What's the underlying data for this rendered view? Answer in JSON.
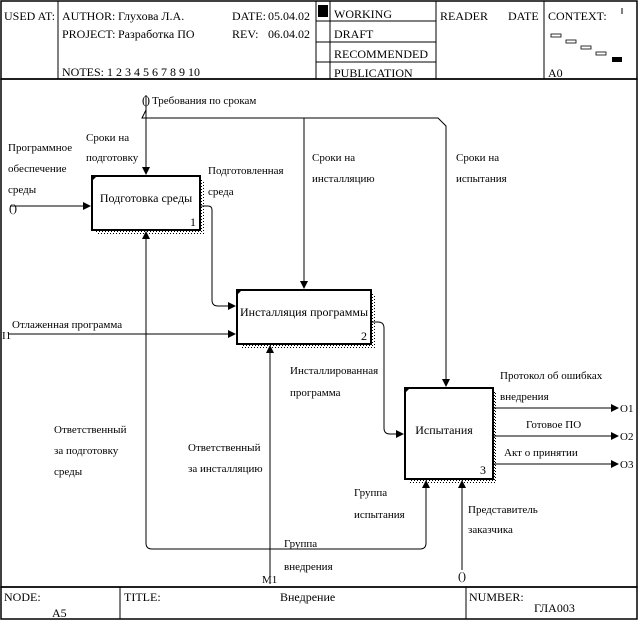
{
  "header": {
    "used_at": "USED AT:",
    "author_label": "AUTHOR:",
    "author": "Глухова Л.А.",
    "project_label": "PROJECT:",
    "project": "Разработка ПО",
    "date_label": "DATE:",
    "date": "05.04.02",
    "rev_label": "REV:",
    "rev": "06.04.02",
    "notes": "NOTES: 1 2 3 4 5 6 7 8 9 10",
    "status": [
      "WORKING",
      "DRAFT",
      "RECOMMENDED",
      "PUBLICATION"
    ],
    "reader": "READER",
    "reader_date": "DATE",
    "context": "CONTEXT:",
    "context_node": "A0"
  },
  "boxes": [
    {
      "name": "Подготовка среды",
      "num": "1"
    },
    {
      "name": "Инсталляция программы",
      "num": "2"
    },
    {
      "name": "Испытания",
      "num": "3"
    }
  ],
  "arrows": {
    "req_time": "Требования по срокам",
    "prog_env": [
      "Программное",
      "обеспечение",
      "среды"
    ],
    "time_prep": [
      "Сроки на",
      "подготовку"
    ],
    "prepared_env": [
      "Подготовленная",
      "среда"
    ],
    "time_install": [
      "Сроки на",
      "инсталляцию"
    ],
    "time_test": [
      "Сроки на",
      "испытания"
    ],
    "debugged": "Отлаженная программа",
    "installed": [
      "Инсталлированная",
      "программа"
    ],
    "resp_prep": [
      "Ответственный",
      "за подготовку",
      "среды"
    ],
    "resp_install": [
      "Ответственный",
      "за инсталляцию"
    ],
    "test_group": [
      "Группа",
      "испытания"
    ],
    "customer_rep": [
      "Представитель",
      "заказчика"
    ],
    "impl_group": [
      "Группа",
      "внедрения"
    ],
    "protocol": [
      "Протокол об ошибках",
      "внедрения"
    ],
    "ready_sw": "Готовое ПО",
    "acceptance": "Акт о принятии"
  },
  "icoms": {
    "i1": "I1",
    "m1": "M1",
    "o1": "O1",
    "o2": "O2",
    "o3": "O3"
  },
  "footer": {
    "node_label": "NODE:",
    "node": "A5",
    "title_label": "TITLE:",
    "title": "Внедрение",
    "number_label": "NUMBER:",
    "number": "ГЛА003"
  }
}
